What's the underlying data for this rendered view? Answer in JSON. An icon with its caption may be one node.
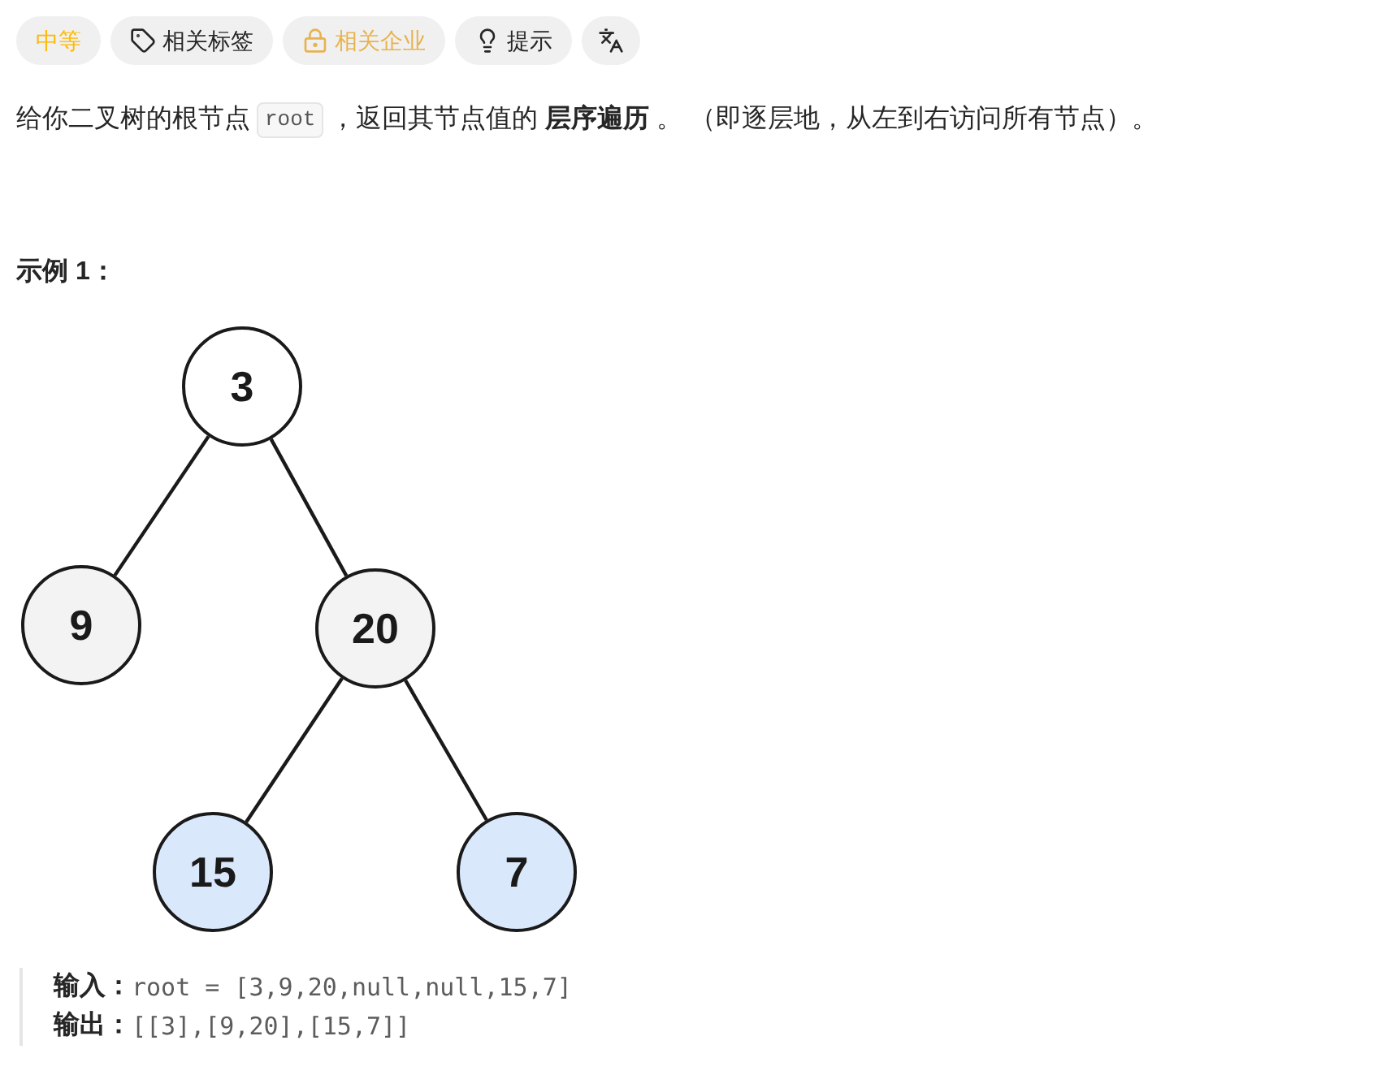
{
  "diagram": {
    "nodes": [
      {
        "text": [
          "3"
        ]
      },
      {
        "text": [
          "9"
        ]
      },
      {
        "text": [
          "20"
        ]
      },
      {
        "text": [
          "15"
        ]
      },
      {
        "text": [
          "7"
        ]
      }
    ],
    "edges": [
      {
        "from": 0,
        "to": 1,
        "arrow": "none"
      },
      {
        "from": 0,
        "to": 2,
        "arrow": "none"
      },
      {
        "from": 2,
        "to": 3,
        "arrow": "none"
      },
      {
        "from": 2,
        "to": 4,
        "arrow": "none"
      }
    ],
    "labels": [
      "中等",
      "相关标签",
      "相关企业",
      "提示",
      "给你二叉树的根节点",
      "root",
      "，返回其节点值的 **层序遍历** 。 （即逐层地，从左到右访问所有节点）。",
      "示例 1：",
      "输入：",
      "root = [3,9,20,null,null,15,7]",
      "输出：",
      "[[3],[9,20],[15,7]]"
    ]
  }
}
